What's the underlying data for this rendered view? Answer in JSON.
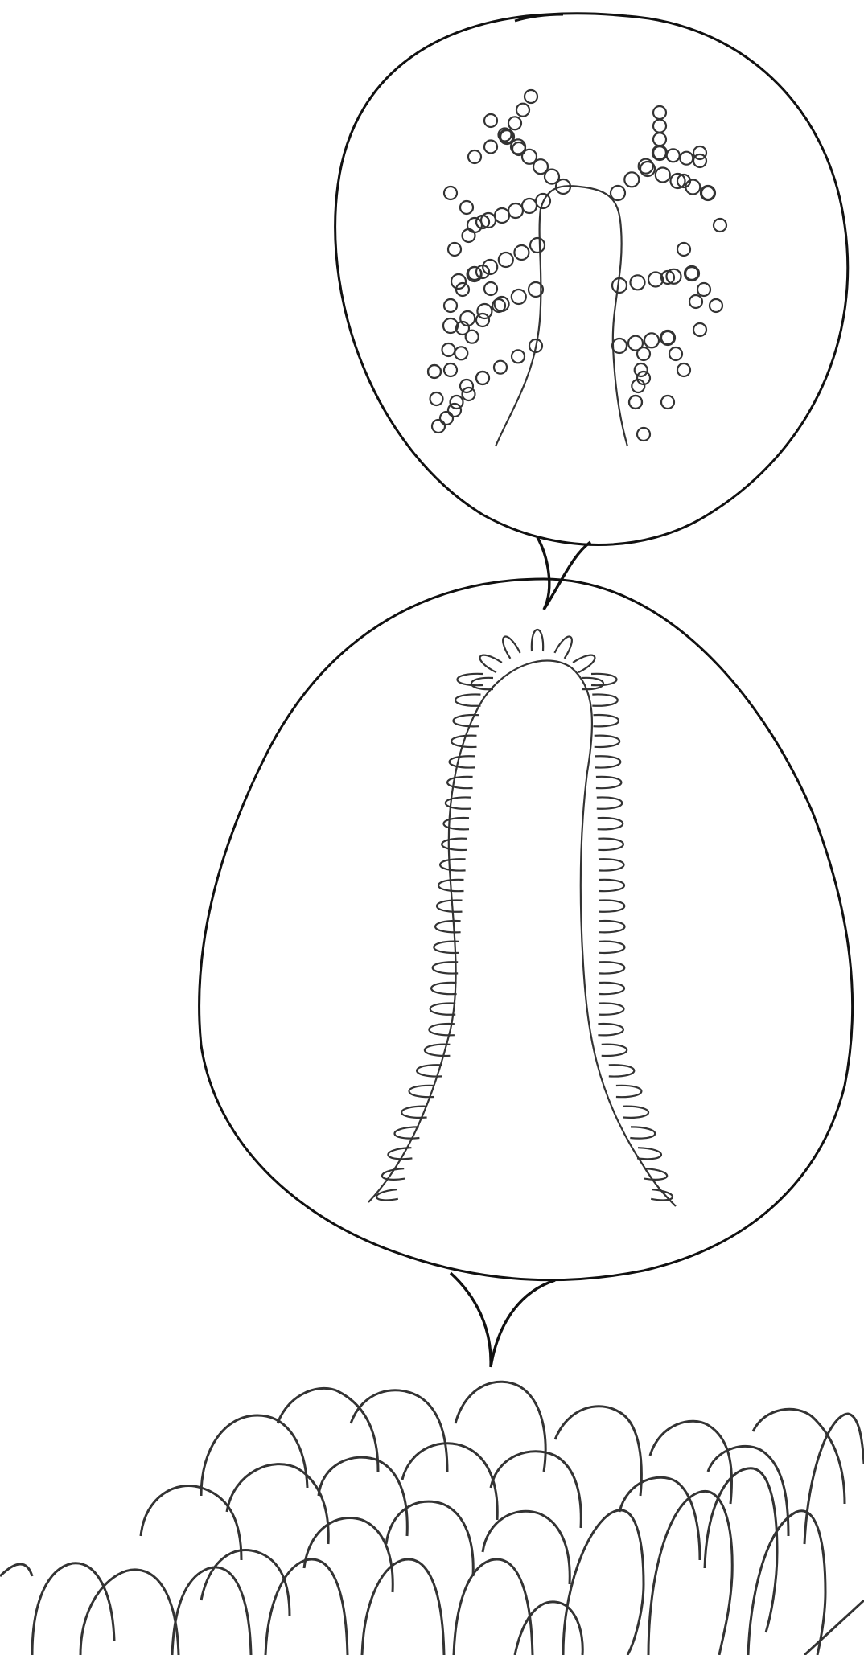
{
  "figure": {
    "panels": [
      {
        "id": "top",
        "content": "villus-with-branching-microvilli-chains"
      },
      {
        "id": "middle",
        "content": "villus-with-looped-folds"
      },
      {
        "id": "bottom",
        "content": "mucosal-surface-with-villi"
      }
    ],
    "connectors": 2
  },
  "colors": {
    "background": "#ffffff",
    "outline": "#111111",
    "detail": "#333333"
  }
}
